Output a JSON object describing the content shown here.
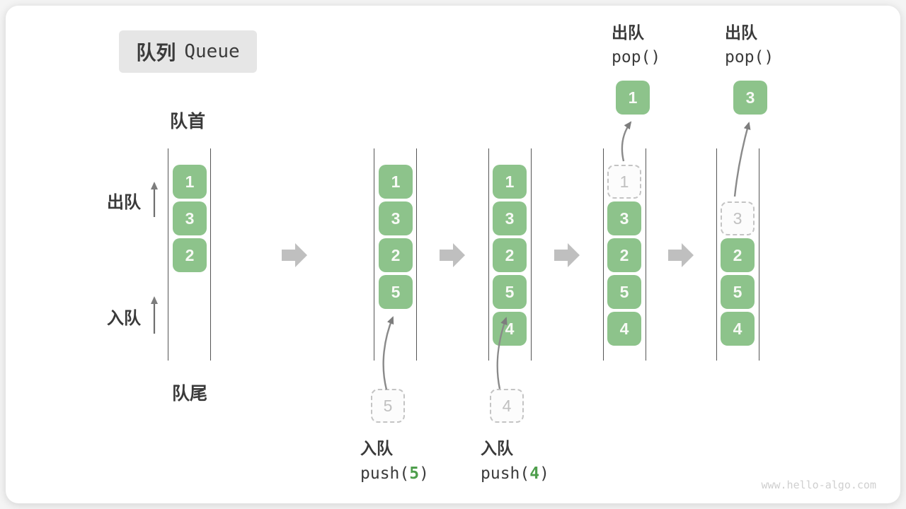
{
  "title": {
    "zh": "队列",
    "en": "Queue"
  },
  "labels": {
    "front": "队首",
    "rear": "队尾",
    "dequeue": "出队",
    "enqueue": "入队"
  },
  "watermark": "www.hello-algo.com",
  "colors": {
    "box_green": "#8dc38b",
    "code_green": "#4e9e4c",
    "block_arrow_gray": "#bfbfbf",
    "line_gray": "#555555",
    "dashed_gray": "#c4c4c4"
  },
  "states": [
    {
      "cells": [
        {
          "v": "1",
          "t": "solid"
        },
        {
          "v": "3",
          "t": "solid"
        },
        {
          "v": "2",
          "t": "solid"
        }
      ]
    },
    {
      "cells": [
        {
          "v": "1",
          "t": "solid"
        },
        {
          "v": "3",
          "t": "solid"
        },
        {
          "v": "2",
          "t": "solid"
        },
        {
          "v": "5",
          "t": "solid"
        }
      ],
      "incoming": {
        "v": "5"
      },
      "op": {
        "zh": "入队",
        "fn": "push(",
        "arg": "5",
        "close": ")"
      }
    },
    {
      "cells": [
        {
          "v": "1",
          "t": "solid"
        },
        {
          "v": "3",
          "t": "solid"
        },
        {
          "v": "2",
          "t": "solid"
        },
        {
          "v": "5",
          "t": "solid"
        },
        {
          "v": "4",
          "t": "solid"
        }
      ],
      "incoming": {
        "v": "4"
      },
      "op": {
        "zh": "入队",
        "fn": "push(",
        "arg": "4",
        "close": ")"
      }
    },
    {
      "cells": [
        {
          "v": "1",
          "t": "dashed"
        },
        {
          "v": "3",
          "t": "solid"
        },
        {
          "v": "2",
          "t": "solid"
        },
        {
          "v": "5",
          "t": "solid"
        },
        {
          "v": "4",
          "t": "solid"
        }
      ],
      "outgoing": {
        "v": "1"
      },
      "op": {
        "zh": "出队",
        "fn": "pop()"
      }
    },
    {
      "cells": [
        {
          "v": "3",
          "t": "dashed"
        },
        {
          "v": "2",
          "t": "solid"
        },
        {
          "v": "5",
          "t": "solid"
        },
        {
          "v": "4",
          "t": "solid"
        }
      ],
      "outgoing": {
        "v": "3"
      },
      "op": {
        "zh": "出队",
        "fn": "pop()"
      }
    }
  ]
}
